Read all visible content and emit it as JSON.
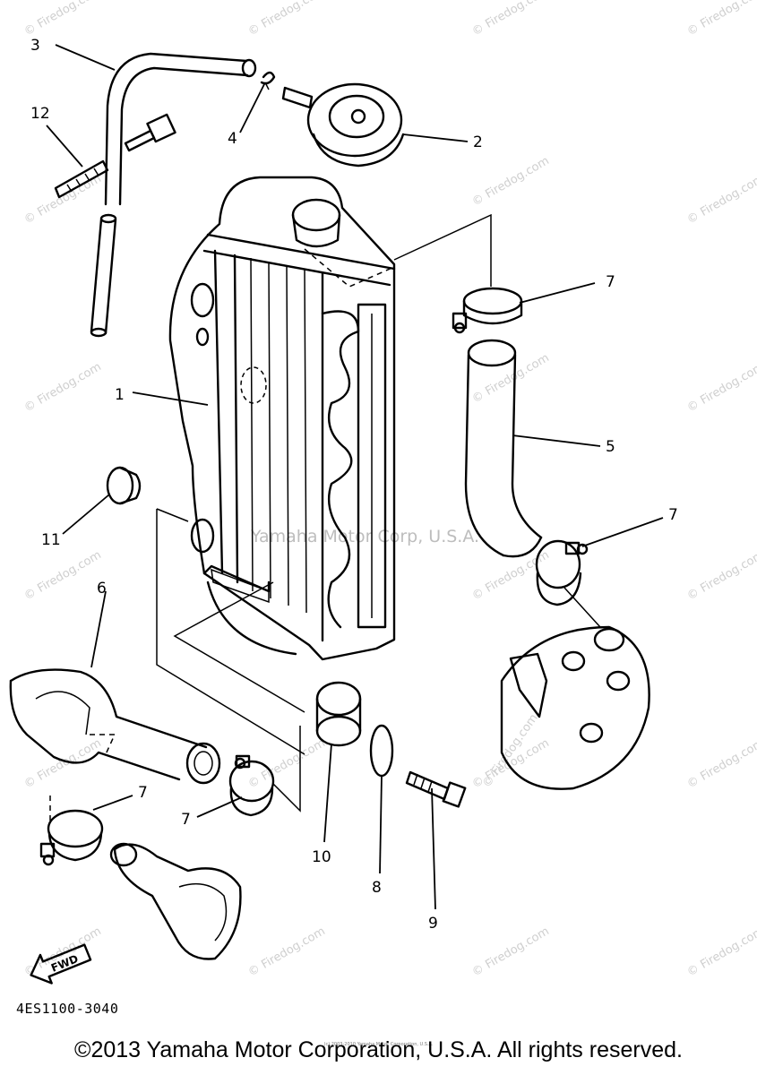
{
  "callouts": [
    {
      "label": "1"
    },
    {
      "label": "2"
    },
    {
      "label": "3"
    },
    {
      "label": "4"
    },
    {
      "label": "5"
    },
    {
      "label": "6"
    },
    {
      "label": "7"
    },
    {
      "label": "7"
    },
    {
      "label": "7"
    },
    {
      "label": "7"
    },
    {
      "label": "8"
    },
    {
      "label": "9"
    },
    {
      "label": "10"
    },
    {
      "label": "11"
    },
    {
      "label": "12"
    }
  ],
  "fwd_label": "FWD",
  "catalog_code": "4ES1100-3040",
  "center_watermark": "Yamaha Motor Corp, U.S.A.",
  "watermark": "© Firedog.com",
  "copyright": "©2013 Yamaha Motor Corporation, U.S.A. All rights reserved.",
  "tiny_copyright": "(c) 2003-2010 Yamaha Motor Corporation, U.S.A.",
  "colors": {
    "line": "#000000",
    "watermark": "#cfcfcf",
    "background": "#ffffff"
  }
}
